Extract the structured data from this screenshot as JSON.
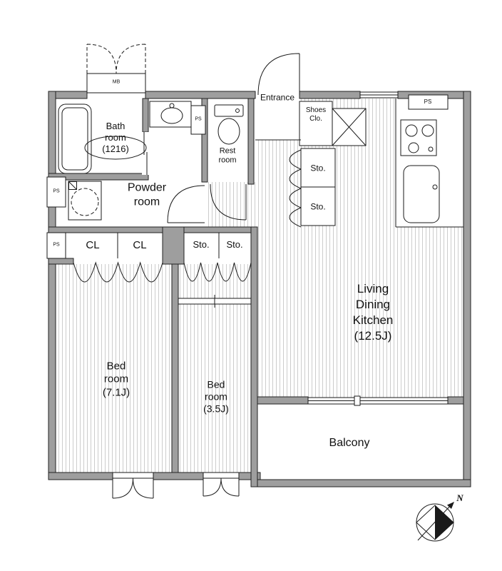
{
  "plan": {
    "mb": "MB",
    "ps": "PS",
    "bath": {
      "l1": "Bath",
      "l2": "room",
      "l3": "(1216)"
    },
    "powder": {
      "l1": "Powder",
      "l2": "room"
    },
    "rest": {
      "l1": "Rest",
      "l2": "room"
    },
    "entrance": "Entrance",
    "shoes": {
      "l1": "Shoes",
      "l2": "Clo."
    },
    "sto": "Sto.",
    "cl": "CL",
    "bed1": {
      "l1": "Bed",
      "l2": "room",
      "l3": "(7.1J)"
    },
    "bed2": {
      "l1": "Bed",
      "l2": "room",
      "l3": "(3.5J)"
    },
    "ldk": {
      "l1": "Living",
      "l2": "Dining",
      "l3": "Kitchen",
      "l4": "(12.5J)"
    },
    "balcony": "Balcony",
    "compass_n": "N"
  },
  "colors": {
    "wall": "#9e9e9e",
    "wall_stroke": "#222222",
    "hatch": "#cccccc",
    "line": "#1a1a1a",
    "text": "#111111",
    "bg": "#ffffff"
  }
}
